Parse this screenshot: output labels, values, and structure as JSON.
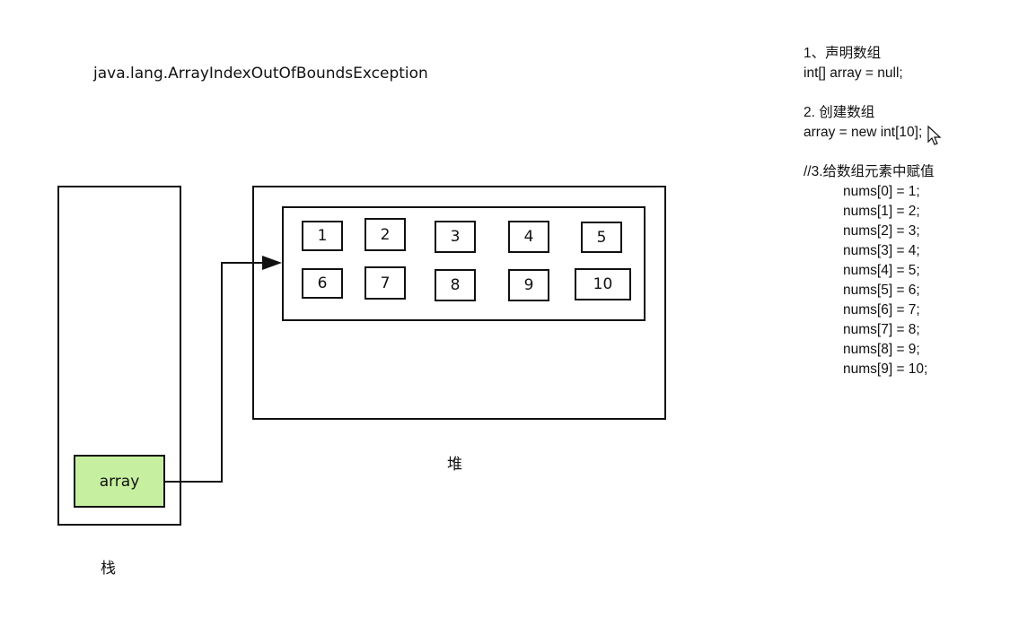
{
  "exception_text": "java.lang.ArrayIndexOutOfBoundsException",
  "stack": {
    "label": "栈",
    "variable": "array",
    "variable_color": "#c6f0a0"
  },
  "heap": {
    "label": "堆",
    "cells": [
      "1",
      "2",
      "3",
      "4",
      "5",
      "6",
      "7",
      "8",
      "9",
      "10"
    ]
  },
  "notes": {
    "step1_title": "1、声明数组",
    "step1_code": "int[] array = null;",
    "step2_title": "2. 创建数组",
    "step2_code": "array = new int[10];",
    "step3_title": "//3.给数组元素中赋值",
    "assignments": [
      "nums[0] = 1;",
      "nums[1] = 2;",
      "nums[2] = 3;",
      "nums[3] = 4;",
      "nums[4] = 5;",
      "nums[5] = 6;",
      "nums[6] = 7;",
      "nums[7] = 8;",
      "nums[8] = 9;",
      "nums[9] = 10;"
    ]
  }
}
